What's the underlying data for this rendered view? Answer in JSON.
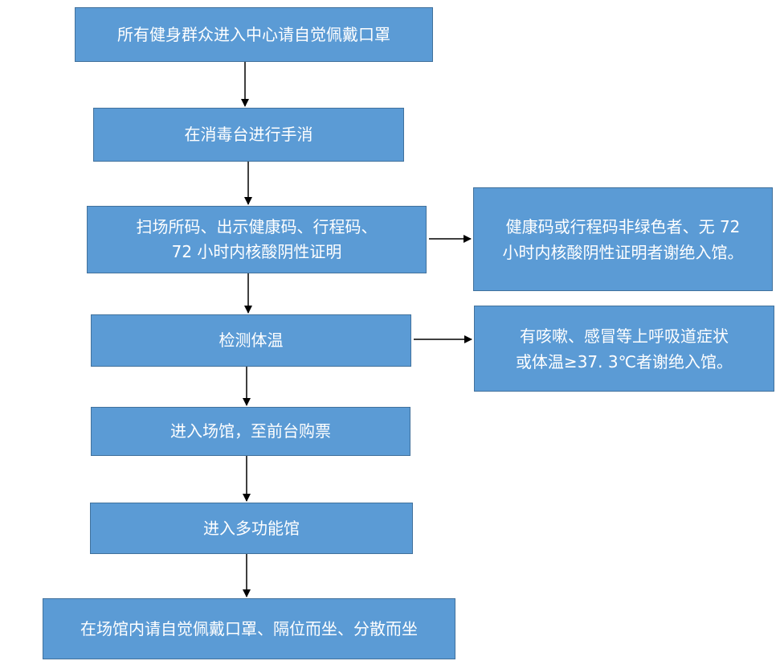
{
  "flowchart": {
    "steps": [
      {
        "id": "mask",
        "text": "所有健身群众进入中心请自觉佩戴口罩"
      },
      {
        "id": "sanitize",
        "text": "在消毒台进行手消"
      },
      {
        "id": "scan",
        "lines": [
          "扫场所码、出示健康码、行程码、",
          "72 小时内核酸阴性证明"
        ]
      },
      {
        "id": "temperature",
        "text": "检测体温"
      },
      {
        "id": "enter-venue",
        "text": "进入场馆，至前台购票"
      },
      {
        "id": "enter-hall",
        "text": "进入多功能馆"
      },
      {
        "id": "inside",
        "text": "在场馆内请自觉佩戴口罩、隔位而坐、分散而坐"
      }
    ],
    "rejections": [
      {
        "id": "code-reject",
        "lines": [
          "健康码或行程码非绿色者、无 72",
          "小时内核酸阴性证明者谢绝入馆。"
        ]
      },
      {
        "id": "symptom-reject",
        "lines": [
          "有咳嗽、感冒等上呼吸道症状",
          "或体温≥37. 3℃者谢绝入馆。"
        ]
      }
    ]
  },
  "colors": {
    "box_fill": "#5b9bd5",
    "box_border": "#41719c",
    "text": "#ffffff",
    "arrow": "#000000"
  }
}
